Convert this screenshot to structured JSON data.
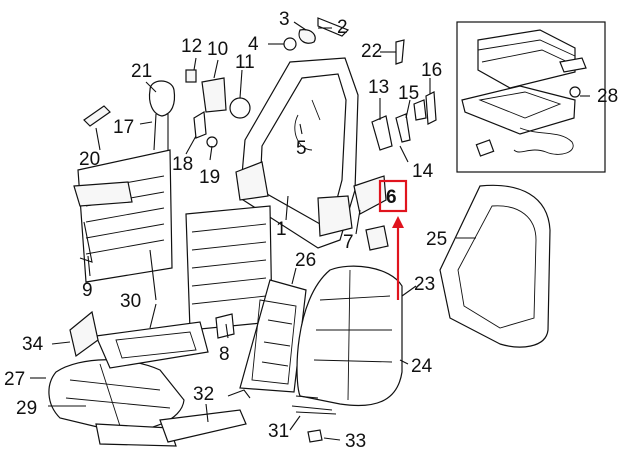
{
  "diagram": {
    "labels": [
      "1",
      "2",
      "3",
      "4",
      "5",
      "6",
      "7",
      "8",
      "9",
      "10",
      "11",
      "12",
      "13",
      "14",
      "15",
      "16",
      "17",
      "18",
      "19",
      "20",
      "21",
      "22",
      "23",
      "24",
      "25",
      "26",
      "27",
      "28",
      "29",
      "30",
      "31",
      "32",
      "33",
      "34"
    ],
    "highlighted": "6",
    "highlight_color": "#e0141e"
  }
}
